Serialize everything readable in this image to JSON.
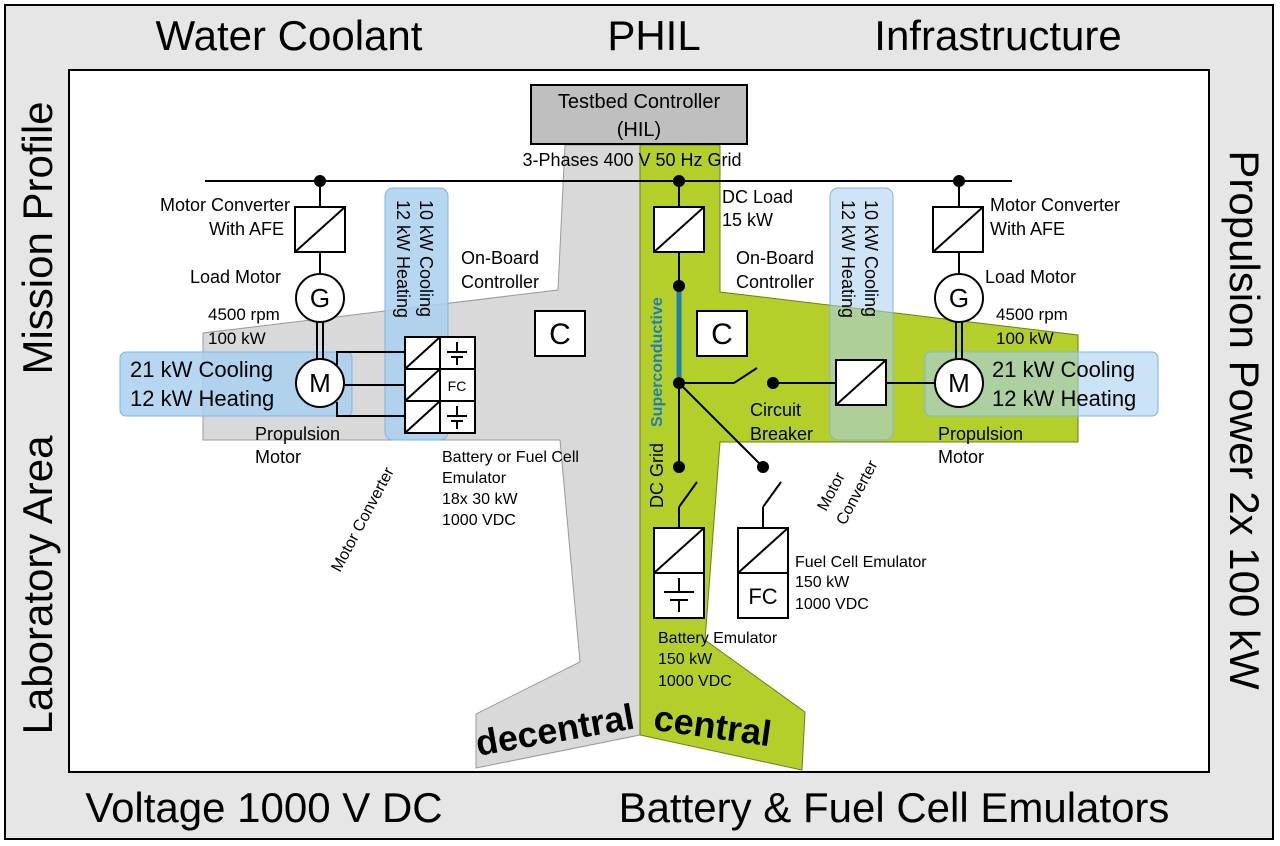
{
  "colors": {
    "frame_bg": "#e6e6e6",
    "central": "#b5cf2a",
    "decentral": "#d9d9d9",
    "thermal": "#a8d0f0",
    "superconductive": "#1c7fb0",
    "controller": "#bfbfbf"
  },
  "frame": {
    "top_left": "Water Coolant",
    "top_center": "PHIL",
    "top_right": "Infrastructure",
    "left_upper": "Mission Profile",
    "left_lower": "Laboratory Area",
    "right": "Propulsion Power 2x 100 kW",
    "bottom_left": "Voltage 1000 V DC",
    "bottom_right": "Battery & Fuel Cell Emulators"
  },
  "controller": {
    "line1": "Testbed Controller",
    "line2": "(HIL)"
  },
  "grid_label": "3-Phases 400 V 50 Hz Grid",
  "left": {
    "converter_afe_line1": "Motor Converter",
    "converter_afe_line2": "With AFE",
    "load_motor": "Load Motor",
    "generator_symbol": "G",
    "speed": "4500 rpm",
    "power": "100 kW",
    "motor_symbol": "M",
    "cooling": "21 kW Cooling",
    "heating": "12 kW Heating",
    "propulsion_line1": "Propulsion",
    "propulsion_line2": "Motor",
    "converter_cooling": "10 kW Cooling",
    "converter_heating": "12 kW Heating",
    "onboard_line1": "On-Board",
    "onboard_line2": "Controller",
    "controller_symbol": "C",
    "fc_symbol": "FC",
    "emulator_line1": "Battery or Fuel Cell",
    "emulator_line2": "Emulator",
    "emulator_line3": "18x 30 kW",
    "emulator_line4": "1000 VDC",
    "motor_converter": "Motor Converter"
  },
  "central": {
    "dc_load_line1": "DC Load",
    "dc_load_line2": "15 kW",
    "superconductive": "Superconductive",
    "dc_grid": "DC Grid",
    "onboard_line1": "On-Board",
    "onboard_line2": "Controller",
    "controller_symbol": "C",
    "breaker_line1": "Circuit",
    "breaker_line2": "Breaker",
    "battery_line1": "Battery Emulator",
    "battery_line2": "150 kW",
    "battery_line3": "1000 VDC",
    "fc_symbol": "FC",
    "fuel_line1": "Fuel Cell Emulator",
    "fuel_line2": "150 kW",
    "fuel_line3": "1000 VDC"
  },
  "right": {
    "converter_afe_line1": "Motor Converter",
    "converter_afe_line2": "With AFE",
    "load_motor": "Load Motor",
    "generator_symbol": "G",
    "speed": "4500 rpm",
    "power": "100 kW",
    "motor_symbol": "M",
    "cooling": "21 kW Cooling",
    "heating": "12 kW Heating",
    "propulsion_line1": "Propulsion",
    "propulsion_line2": "Motor",
    "converter_cooling": "10 kW Cooling",
    "converter_heating": "12 kW Heating",
    "motor_converter_line1": "Motor",
    "motor_converter_line2": "Converter"
  },
  "zones": {
    "decentral": "decentral",
    "central": "central"
  }
}
